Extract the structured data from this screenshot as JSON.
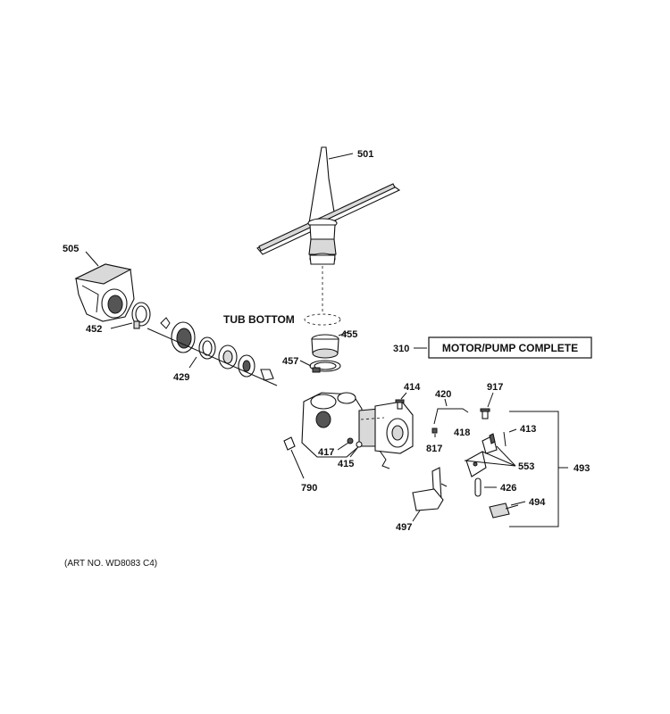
{
  "labels": {
    "spray_arm": "501",
    "housing": "505",
    "clamp_left": "452",
    "tub_bottom": "TUB BOTTOM",
    "seal": "455",
    "clamp_bottom": "457",
    "seal_kit": "429",
    "motor_pump_ref": "310",
    "motor_pump_complete": "MOTOR/PUMP COMPLETE",
    "screw_414": "414",
    "tube_420": "420",
    "screw_917": "917",
    "nut_417": "417",
    "washer_415": "415",
    "screw_817": "817",
    "part_418": "418",
    "part_413": "413",
    "part_553": "553",
    "group_493": "493",
    "clip_790": "790",
    "pin_426": "426",
    "harness_494": "494",
    "bracket_497": "497",
    "art_no": "(ART NO. WD8083 C4)"
  }
}
